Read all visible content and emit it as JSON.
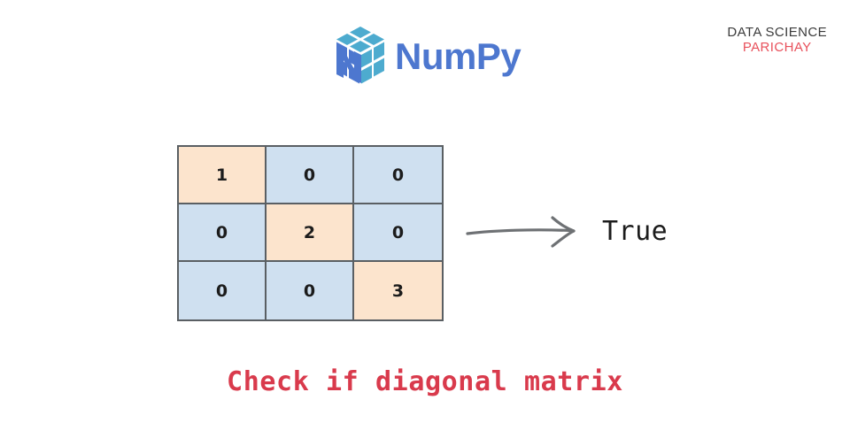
{
  "branding": {
    "line1": "DATA SCIENCE",
    "line2": "PARICHAY",
    "line1_color": "#3b3b3b",
    "line2_color": "#e8505b"
  },
  "logo": {
    "wordmark": "NumPy",
    "icon_name": "numpy-cube-icon",
    "word_color": "#4d77cf",
    "cube_top_color": "#4dabcf",
    "cube_right_color": "#4dabcf",
    "cube_left_color": "#4d77cf"
  },
  "matrix": {
    "rows": 3,
    "cols": 3,
    "values": [
      [
        "1",
        "0",
        "0"
      ],
      [
        "0",
        "2",
        "0"
      ],
      [
        "0",
        "0",
        "3"
      ]
    ],
    "diagonal_fill": "#fce4cd",
    "offdiagonal_fill": "#cfe0f0",
    "border_color": "#5a5f63"
  },
  "arrow": {
    "name": "right-arrow-icon",
    "color": "#6e7174",
    "direction": "right"
  },
  "result": {
    "text": "True",
    "color": "#1c1c1c"
  },
  "caption": {
    "text": "Check if diagonal matrix",
    "color": "#d93a4c"
  }
}
